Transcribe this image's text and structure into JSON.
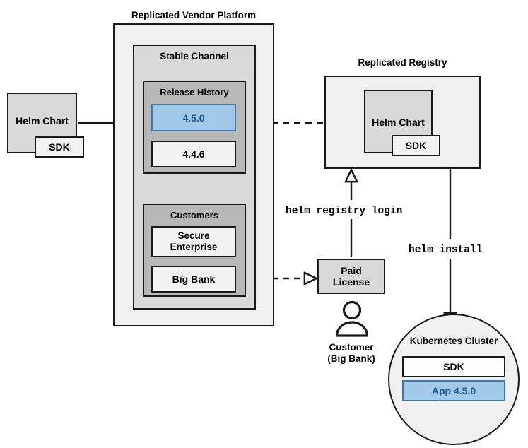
{
  "diagram": {
    "title": "Replicated Vendor Platform helm distribution flow",
    "colors": {
      "accent_blue_fill": "#a3c9e8",
      "accent_blue_border": "#3d7ab5",
      "accent_blue_text": "#1a5a96",
      "group_outer": "#f0f0f0",
      "group_mid": "#d9d9d9",
      "group_inner": "#b8b8b8",
      "stroke": "#1a1a1a"
    }
  },
  "vendor_platform": {
    "title": "Replicated Vendor Platform",
    "stable_channel": {
      "title": "Stable Channel",
      "release_history": {
        "title": "Release History",
        "releases": [
          {
            "version": "4.5.0",
            "highlighted": true
          },
          {
            "version": "4.4.6",
            "highlighted": false
          }
        ]
      },
      "customers": {
        "title": "Customers",
        "entries": [
          {
            "name": "Secure\nEnterprise",
            "line1": "Secure",
            "line2": "Enterprise"
          },
          {
            "name": "Big Bank",
            "line1": "Big Bank",
            "line2": ""
          }
        ]
      }
    }
  },
  "source_chart": {
    "name": "Helm Chart",
    "sdk_label": "SDK"
  },
  "registry": {
    "title": "Replicated Registry",
    "chart": {
      "name": "Helm Chart",
      "sdk_label": "SDK"
    }
  },
  "paid_license": {
    "line1": "Paid",
    "line2": "License"
  },
  "customer_actor": {
    "line1": "Customer",
    "line2": "(Big Bank)",
    "icon": "person-icon"
  },
  "kubernetes_cluster": {
    "title": "Kubernetes Cluster",
    "components": [
      {
        "label": "SDK",
        "highlighted": false
      },
      {
        "label": "App 4.5.0",
        "highlighted": true
      }
    ]
  },
  "commands": {
    "registry_login": "helm registry login",
    "install": "helm install"
  },
  "edges": [
    {
      "name": "chart-to-release",
      "style": "solid",
      "arrowhead": "filled"
    },
    {
      "name": "release-to-registry",
      "style": "dashed",
      "arrowhead": "hollow"
    },
    {
      "name": "bigbank-to-license",
      "style": "dashed",
      "arrowhead": "hollow"
    },
    {
      "name": "license-to-registry",
      "style": "solid",
      "arrowhead": "hollow"
    },
    {
      "name": "registry-to-cluster",
      "style": "solid",
      "arrowhead": "hollow"
    }
  ]
}
